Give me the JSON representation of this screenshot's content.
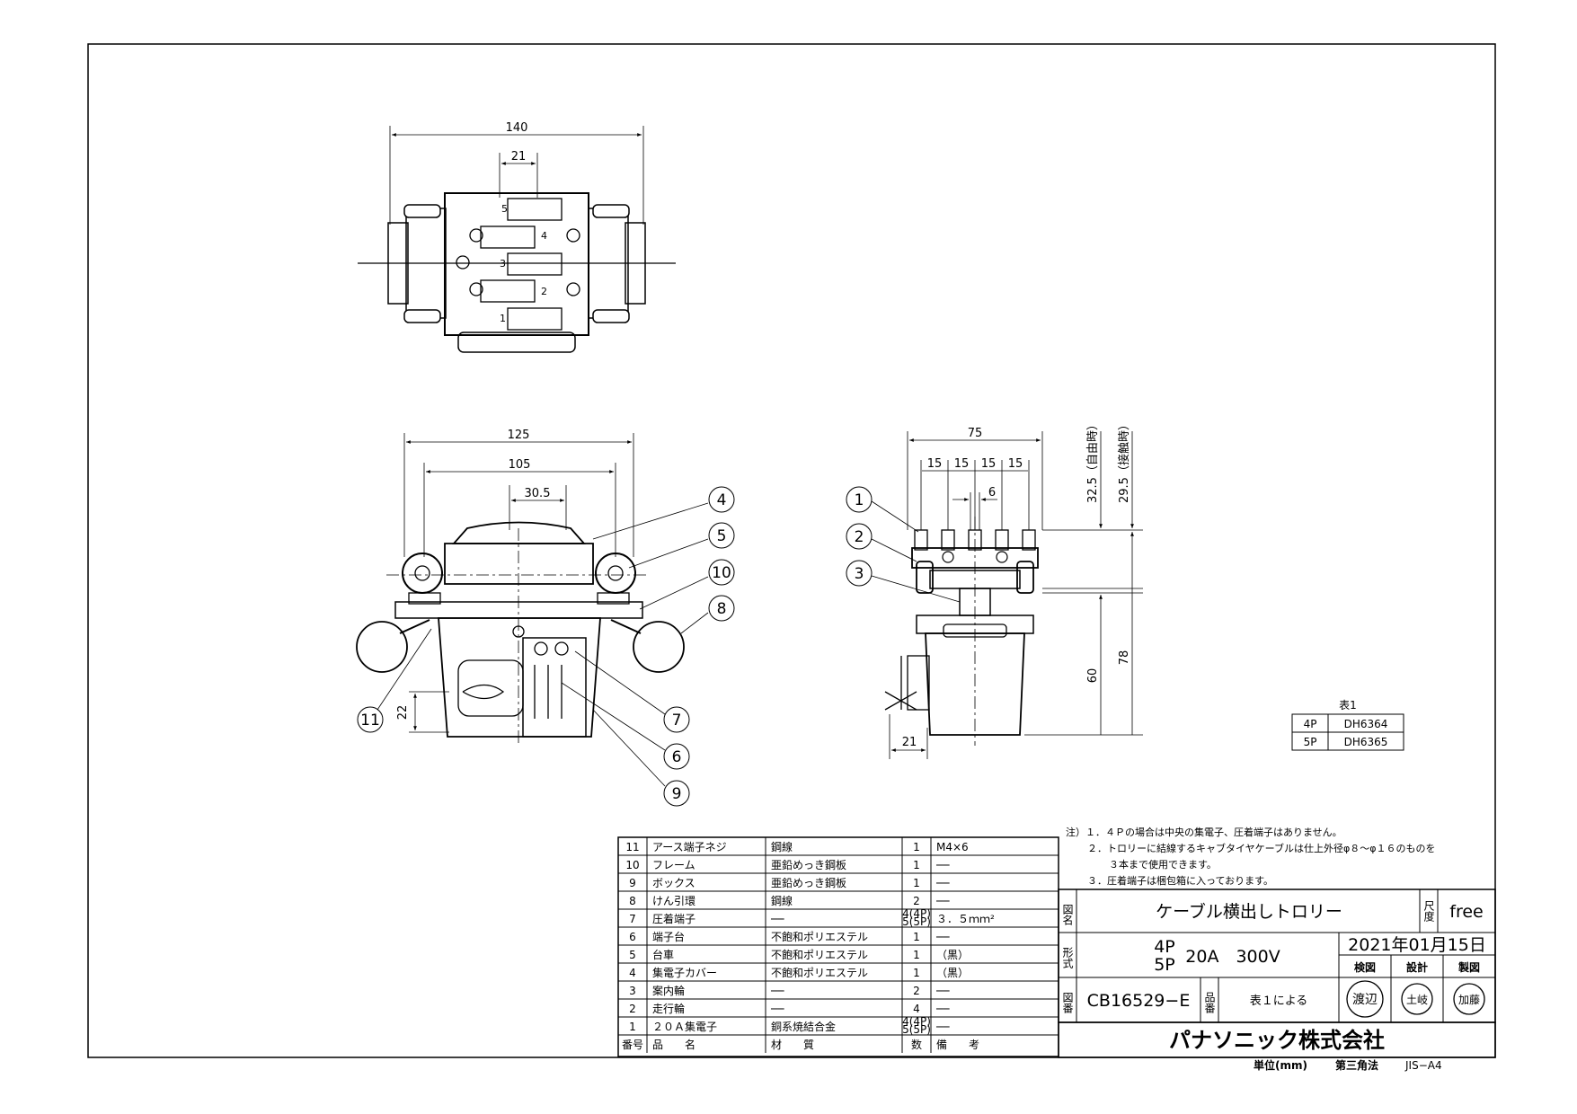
{
  "dimensions": {
    "top_overall": "140",
    "top_pitch": "21",
    "front_overall": "125",
    "front_wheelbase": "105",
    "front_center": "30.5",
    "front_height": "22",
    "side_overall": "75",
    "side_pitch": [
      "15",
      "15",
      "15",
      "15"
    ],
    "side_gap": "6",
    "side_h1": "32.5（自由時）",
    "side_h2": "29.5（接触時）",
    "side_h3": "60",
    "side_h4": "78",
    "side_bottom": "21"
  },
  "top_view_terminals": [
    "5",
    "4",
    "3",
    "2",
    "1"
  ],
  "balloons_front": [
    "4",
    "5",
    "10",
    "8",
    "11",
    "7",
    "6",
    "9"
  ],
  "balloons_side": [
    "1",
    "2",
    "3"
  ],
  "table1": {
    "title": "表1",
    "rows": [
      {
        "type": "4P",
        "code": "DH6364"
      },
      {
        "type": "5P",
        "code": "DH6365"
      }
    ]
  },
  "notes": [
    "注）１．４Ｐの場合は中央の集電子、圧着端子はありません。",
    "２．トロリーに結線するキャブタイヤケーブルは仕上外径φ８～φ１６のものを",
    "３本まで使用できます。",
    "３．圧着端子は梱包箱に入っております。"
  ],
  "parts": [
    {
      "no": "11",
      "name": "アース端子ネジ",
      "material": "鋼線",
      "qty": "1",
      "remark": "M4×6"
    },
    {
      "no": "10",
      "name": "フレーム",
      "material": "亜鉛めっき鋼板",
      "qty": "1",
      "remark": "──"
    },
    {
      "no": "9",
      "name": "ボックス",
      "material": "亜鉛めっき鋼板",
      "qty": "1",
      "remark": "──"
    },
    {
      "no": "8",
      "name": "けん引環",
      "material": "鋼線",
      "qty": "2",
      "remark": "──"
    },
    {
      "no": "7",
      "name": "圧着端子",
      "material": "──",
      "qty": "4(4P)\n5(5P)",
      "remark": "３．５ｍｍ²"
    },
    {
      "no": "6",
      "name": "端子台",
      "material": "不飽和ポリエステル",
      "qty": "1",
      "remark": "──"
    },
    {
      "no": "5",
      "name": "台車",
      "material": "不飽和ポリエステル",
      "qty": "1",
      "remark": "（黒）"
    },
    {
      "no": "4",
      "name": "集電子カバー",
      "material": "不飽和ポリエステル",
      "qty": "1",
      "remark": "（黒）"
    },
    {
      "no": "3",
      "name": "案内輪",
      "material": "──",
      "qty": "2",
      "remark": "──"
    },
    {
      "no": "2",
      "name": "走行輪",
      "material": "──",
      "qty": "4",
      "remark": "──"
    },
    {
      "no": "1",
      "name": "２０Ａ集電子",
      "material": "銅系焼結合金",
      "qty": "4(4P)\n5(5P)",
      "remark": "──"
    }
  ],
  "parts_header": {
    "no": "番号",
    "name": "品　　名",
    "material": "材　　質",
    "qty": "数",
    "remark": "備　　考"
  },
  "title_block": {
    "name_label": "図名",
    "name": "ケーブル横出しトロリー",
    "scale_label": "尺度",
    "scale": "free",
    "type_label": "形式",
    "type_line1": "4P",
    "type_line2": "5P",
    "rating": "20A　300V",
    "date": "2021年01月15日",
    "roles": [
      "検図",
      "設計",
      "製図"
    ],
    "drawing_no_label": "図番",
    "drawing_no": "CB16529−E",
    "part_no_label": "品番",
    "part_no": "表１による",
    "stamps": [
      "渡辺",
      "土岐",
      "加藤"
    ],
    "company": "パナソニック株式会社",
    "footer_unit": "単位(mm)",
    "footer_projection": "第三角法",
    "footer_size": "JIS−A4"
  }
}
